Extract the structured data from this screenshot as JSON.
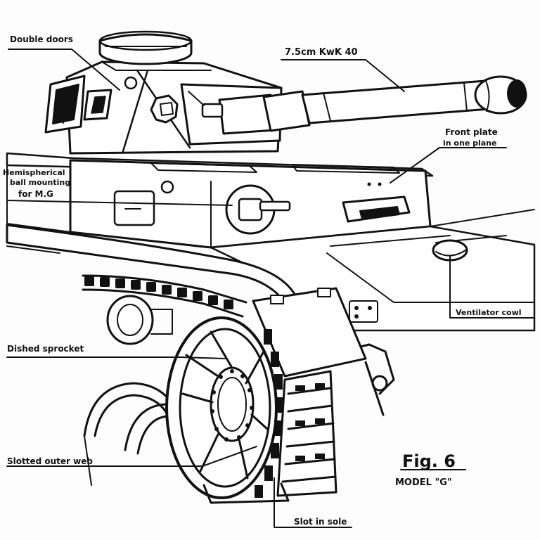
{
  "labels": {
    "double_doors": "Double doors",
    "gun": "7.5cm KwK 40",
    "front_plate_1": "Front plate",
    "front_plate_2": "in one plane",
    "hemi_1": "Hemispherical",
    "hemi_2": "ball mounting",
    "hemi_3": "for M.G",
    "ventilator": "Ventilator cowl",
    "sprocket": "Dished sprocket",
    "slotted_web": "Slotted outer web",
    "slot_sole": "Slot in sole"
  },
  "figure": {
    "number": "Fig. 6",
    "model": "MODEL \"G\""
  }
}
